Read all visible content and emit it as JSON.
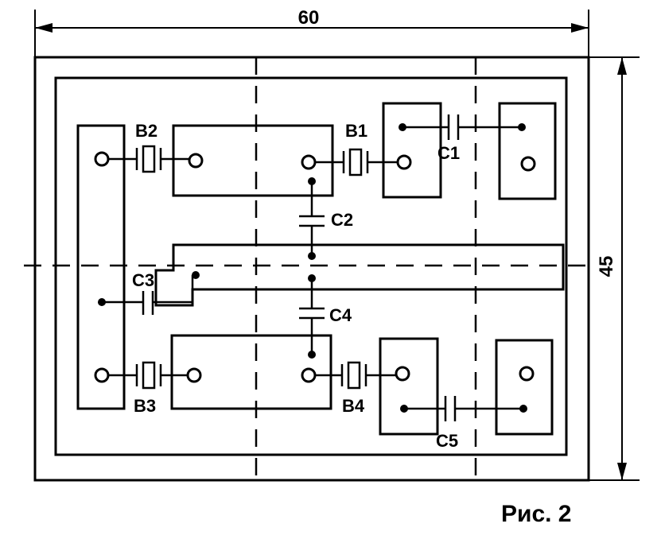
{
  "dimensions": {
    "width_label": "60",
    "height_label": "45"
  },
  "components": {
    "b1": "B1",
    "b2": "B2",
    "b3": "B3",
    "b4": "B4",
    "c1": "C1",
    "c2": "C2",
    "c3": "C3",
    "c4": "C4",
    "c5": "C5"
  },
  "caption": "Рис. 2",
  "colors": {
    "ink": "#000000",
    "background": "#ffffff"
  }
}
